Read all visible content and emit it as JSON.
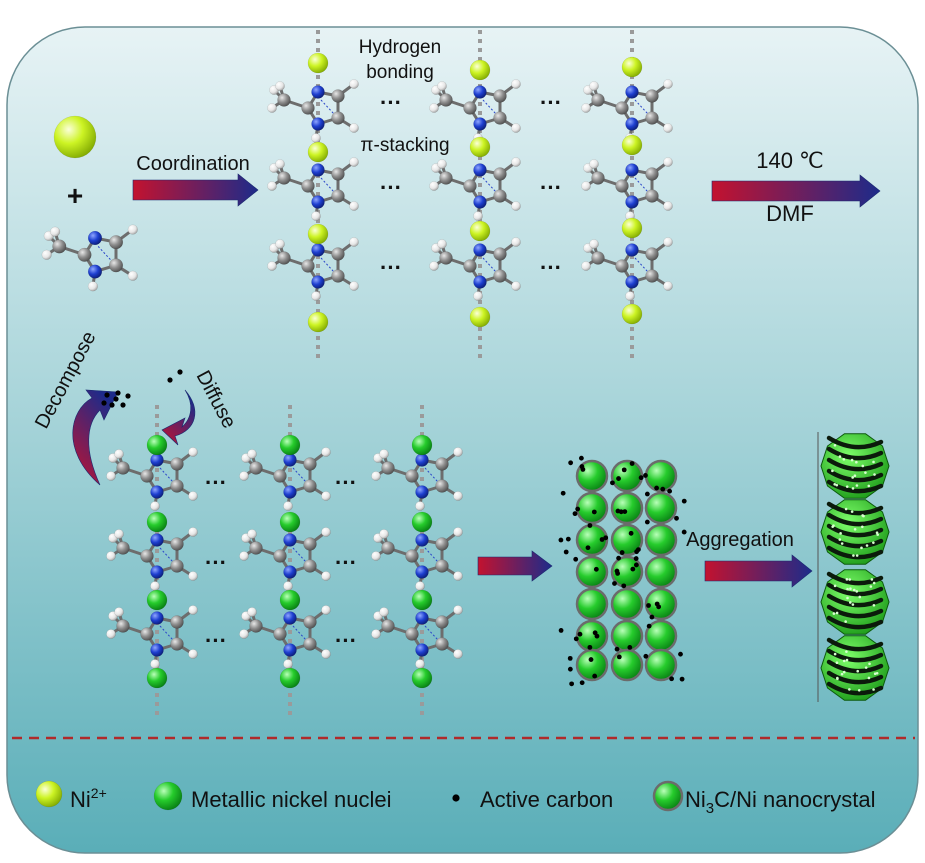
{
  "labels": {
    "hydrogen_line1": "Hydrogen",
    "hydrogen_line2": "bonding",
    "pi_stacking": "π-stacking",
    "coordination": "Coordination",
    "temperature": "140 ℃",
    "solvent": "DMF",
    "plus": "+",
    "decompose": "Decompose",
    "diffuse": "Diffuse",
    "aggregation": "Aggregation"
  },
  "legend": [
    {
      "sym": "ni-ion",
      "text": "Ni",
      "sup": "2+"
    },
    {
      "sym": "ni-nuclei",
      "text": "Metallic nickel nuclei"
    },
    {
      "sym": "carbon",
      "text": "Active carbon"
    },
    {
      "sym": "nanocrystal",
      "text": "Ni",
      "sub": "3",
      "rest": "C/Ni nanocrystal"
    }
  ],
  "colors": {
    "ni_ion": "#c6f21d",
    "ni_nuclei": "#22c52a",
    "nitrogen": "#1e3fd0",
    "carbon_atom": "#8c8c8c",
    "hydrogen_atom": "#f2f2f2",
    "arrow_start": "#c3122f",
    "arrow_end": "#1d2b8a",
    "divider": "#b02a2a",
    "background_top": "#e5f1f3",
    "background_bottom": "#5fb2bb"
  }
}
